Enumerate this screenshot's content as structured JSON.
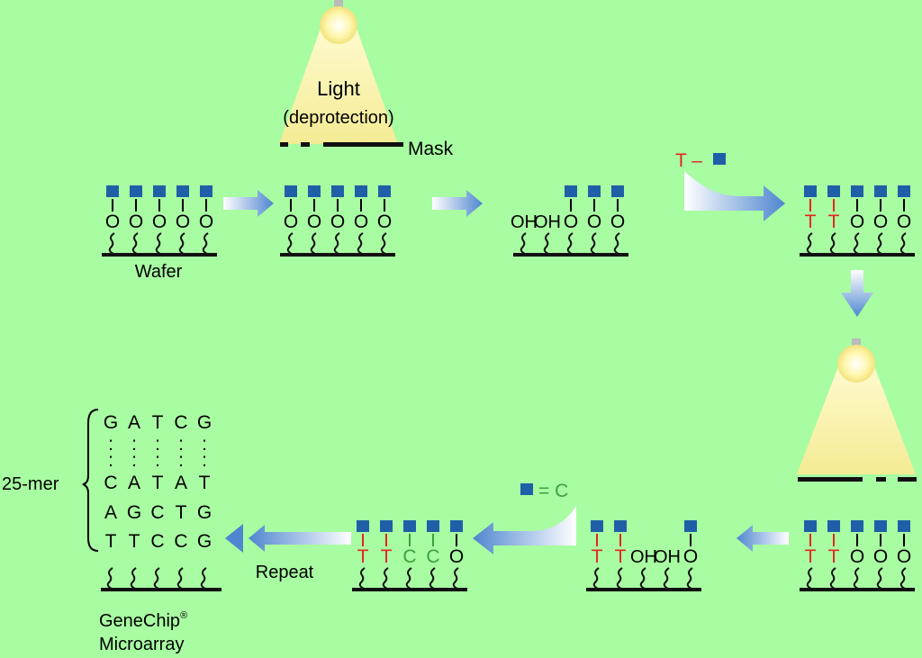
{
  "labels": {
    "light": "Light",
    "deprotection": "(deprotection)",
    "mask": "Mask",
    "wafer": "Wafer",
    "repeat": "Repeat",
    "genechip": "GeneChip",
    "registered": "®",
    "microarray": "Microarray",
    "mer": "25-mer",
    "reagent_t": "T –",
    "reagent_c": "= C",
    "oh": "OH",
    "o": "O"
  },
  "bases": {
    "T": "T",
    "C": "C"
  },
  "sequence_rows": [
    [
      "G",
      "A",
      "T",
      "C",
      "G"
    ],
    [
      ":",
      ":",
      ":",
      ":",
      ":"
    ],
    [
      "C",
      "A",
      "T",
      "A",
      "T"
    ],
    [
      "A",
      "G",
      "C",
      "T",
      "G"
    ],
    [
      "T",
      "T",
      "C",
      "C",
      "G"
    ]
  ],
  "colors": {
    "background": "#a8fca2",
    "protecting_group": "#1f5fa8",
    "base_T": "#e5261c",
    "base_C": "#3da13a",
    "light_cone": "#fbf3a8",
    "arrow": "#5b8fd0",
    "substrate": "#111111"
  }
}
